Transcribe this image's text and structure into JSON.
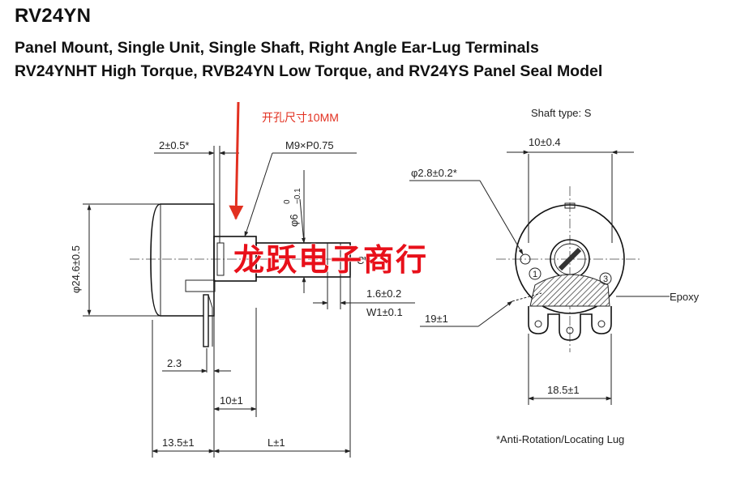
{
  "header": {
    "model": "RV24YN",
    "subtitle1": "Panel Mount, Single Unit, Single Shaft, Right Angle Ear-Lug Terminals",
    "subtitle2": "RV24YNHT High Torque, RVB24YN Low Torque, and RV24YS Panel Seal Model"
  },
  "side_view": {
    "annotation_cn": "开孔尺寸10MM",
    "dim_lug": "2±0.5*",
    "dim_thread": "M9×P0.75",
    "dim_shaft_dia": "φ6",
    "dim_shaft_tol_top": "0",
    "dim_shaft_tol_bot": "−0.1",
    "dim_body_dia": "φ24.6±0.5",
    "label_cw": "CW",
    "dim_slot_depth": "1.6±0.2",
    "dim_slot_width": "W1±0.1",
    "dim_terminal": "2.3",
    "dim_bushing": "10±1",
    "dim_body_len": "13.5±1",
    "dim_shaft_len": "L±1"
  },
  "front_view": {
    "shaft_type": "Shaft type: S",
    "dim_slot": "10±0.4",
    "dim_hole": "φ2.8±0.2*",
    "terminal_1": "1",
    "terminal_3": "3",
    "label_epoxy": "Epoxy",
    "dim_offset": "19±1",
    "dim_pitch": "18.5±1"
  },
  "footnote": "*Anti-Rotation/Locating Lug",
  "watermark": "龙跃电子商行",
  "colors": {
    "annotation": "#e23020",
    "watermark": "#e8101a",
    "lines": "#222222"
  }
}
